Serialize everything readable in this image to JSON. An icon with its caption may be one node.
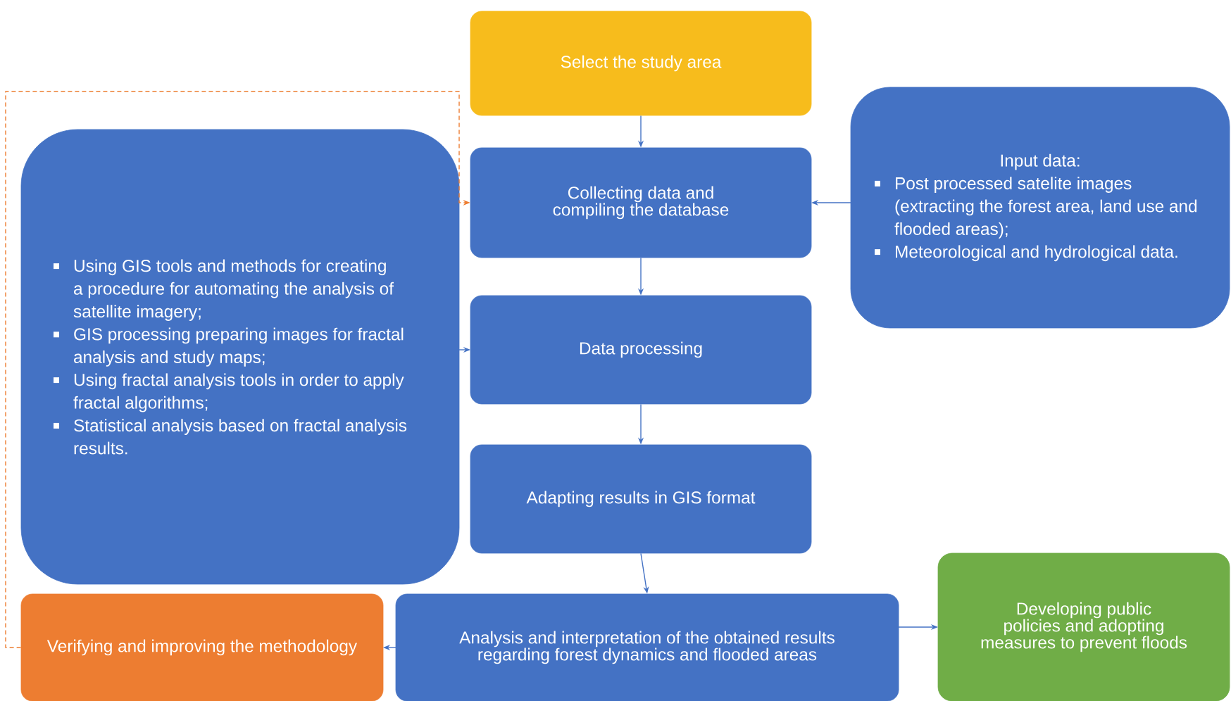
{
  "diagram": {
    "nodes": [
      {
        "text": [
          "Select the study area"
        ]
      },
      {
        "text": [
          "Input data:",
          "Post processed satelite images (extracting the forest area, land use and flooded areas);",
          "Meteorological and hydrological data."
        ]
      },
      {
        "text": [
          "Using GIS tools and methods for creating a procedure for automating the analysis of satellite imagery;",
          "GIS processing preparing images for fractal analysis and study maps;",
          "Using fractal analysis tools in order to apply fractal algorithms;",
          "Statistical analysis based on fractal analysis results."
        ]
      },
      {
        "text": [
          "Collecting data and compiling the database"
        ]
      },
      {
        "text": [
          "Data processing"
        ]
      },
      {
        "text": [
          "Adapting results in GIS format"
        ]
      },
      {
        "text": [
          "Verifying and improving the methodology"
        ]
      },
      {
        "text": [
          "Analysis and interpretation of the obtained results regarding forest dynamics and flooded areas"
        ]
      },
      {
        "text": [
          "Developing public policies and adopting measures to prevent floods"
        ]
      }
    ],
    "edges": [
      {
        "from": 0,
        "to": 3,
        "arrow": "to"
      },
      {
        "from": 1,
        "to": 3,
        "arrow": "to"
      },
      {
        "from": 2,
        "to": 4,
        "arrow": "to"
      },
      {
        "from": 3,
        "to": 4,
        "arrow": "to"
      },
      {
        "from": 4,
        "to": 5,
        "arrow": "to"
      },
      {
        "from": 5,
        "to": 7,
        "arrow": "to"
      },
      {
        "from": 7,
        "to": 6,
        "arrow": "to"
      },
      {
        "from": 7,
        "to": 8,
        "arrow": "to"
      },
      {
        "from": 6,
        "to": 3,
        "arrow": "to",
        "style": "dashed",
        "color": "#ed7d31"
      }
    ]
  }
}
